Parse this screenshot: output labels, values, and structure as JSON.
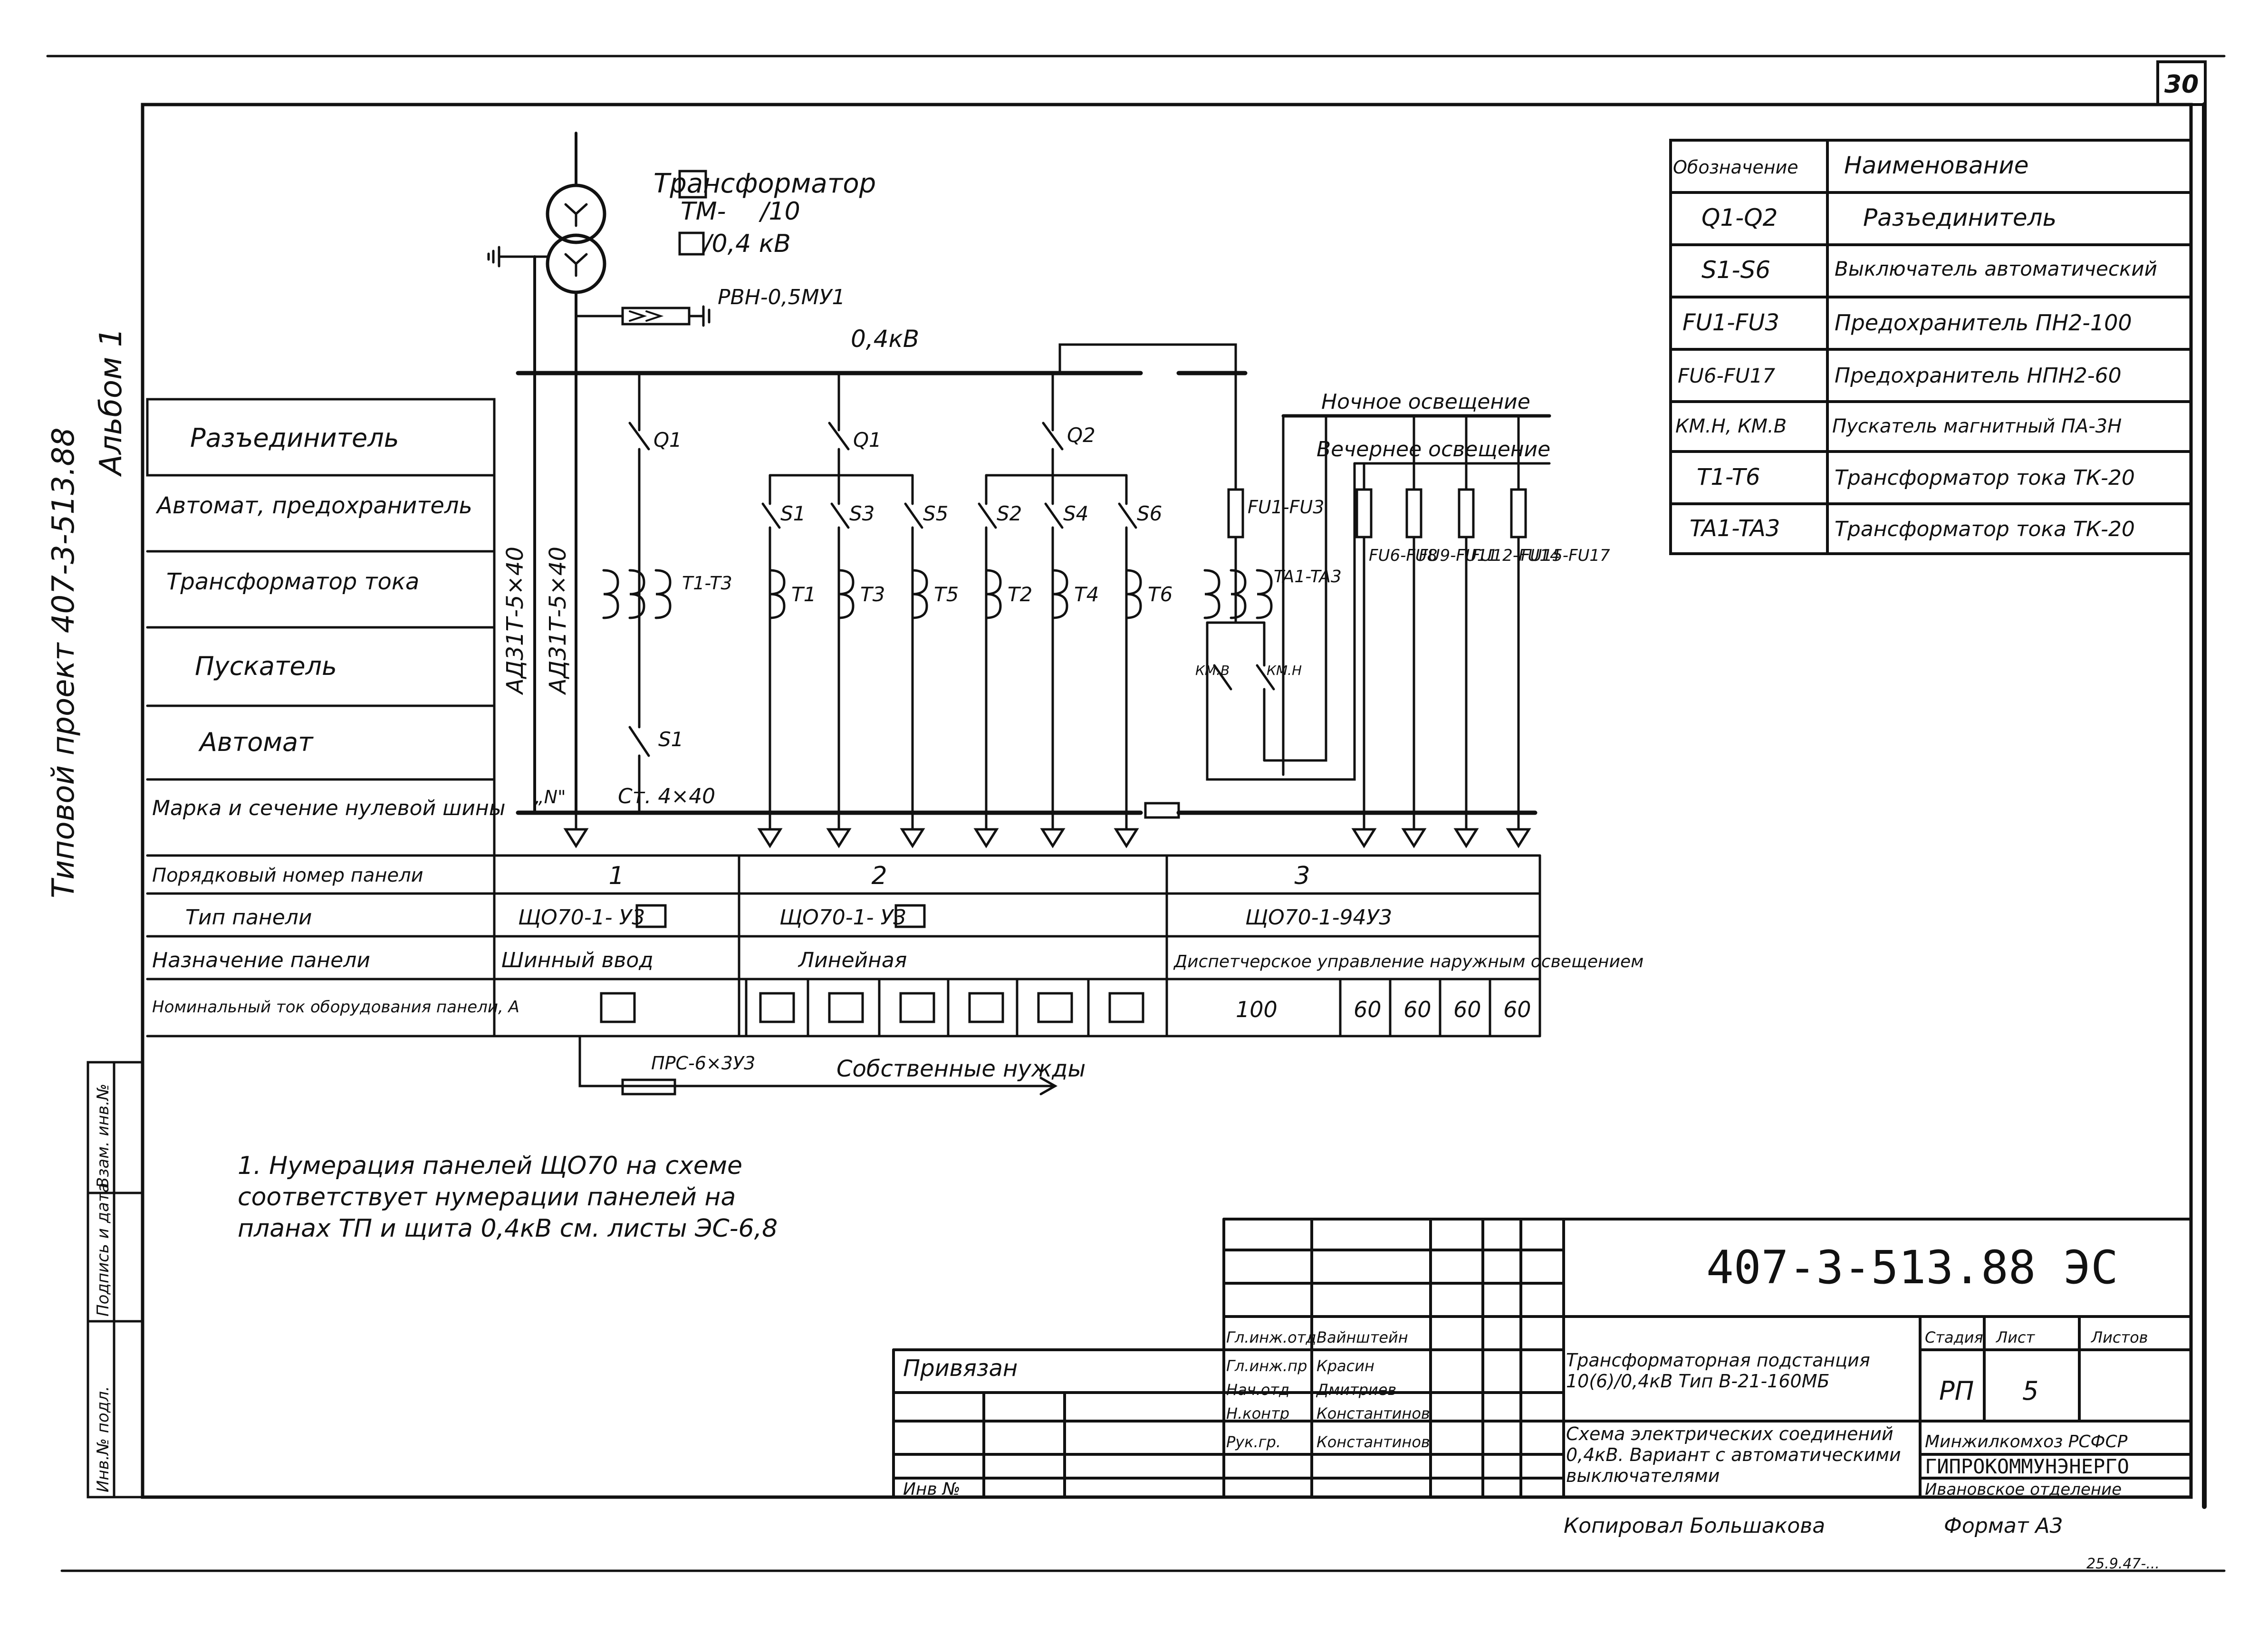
{
  "sheet_number": "30",
  "side_title": {
    "project": "Типовой проект 407-3-513.88",
    "album": "Альбом 1"
  },
  "transformer": {
    "title": "Трансформатор",
    "model": "ТМ-",
    "ratio": "/10",
    "voltage": "/0,4 кВ"
  },
  "arrester": "РВН-0,5МУ1",
  "bus_voltage": "0,4кВ",
  "cables": [
    "АД31Т-5×40",
    "АД31Т-5×40"
  ],
  "ground_bar": "Ст. 4×40",
  "neutral_label": "„N\"",
  "lighting": {
    "night": "Ночное освещение",
    "evening": "Вечернее освещение"
  },
  "devices": {
    "Q1": "Q1",
    "Q1b": "Q1",
    "Q2": "Q2",
    "S1_lower": "S1",
    "S": [
      "S1",
      "S3",
      "S5",
      "S2",
      "S4",
      "S6"
    ],
    "T_left": "T1-T3",
    "T": [
      "T1",
      "T3",
      "T5",
      "T2",
      "T4",
      "T6"
    ],
    "FU_top": "FU1-FU3",
    "TA": "TA1-TA3",
    "FU_groups": [
      "FU6-FU8",
      "FU9-FU11",
      "FU12-FU14",
      "FU15-FU17"
    ],
    "KM": [
      "КМ.В",
      "КМ.Н"
    ]
  },
  "row_labels": [
    "Разъединитель",
    "Автомат, предохранитель",
    "Трансформатор тока",
    "Пускатель",
    "Автомат",
    "Марка и сечение нулевой шины"
  ],
  "table": {
    "headers": [
      "Порядковый номер панели",
      "Тип панели",
      "Назначение панели",
      "Номинальный ток оборудования панели, А"
    ],
    "panels": [
      {
        "number": "1",
        "type": "ЩО70-1-    У3",
        "purpose": "Шинный ввод"
      },
      {
        "number": "2",
        "type": "ЩО70-1-    У3",
        "purpose": "Линейная"
      },
      {
        "number": "3",
        "type": "ЩО70-1-94У3",
        "purpose": "Диспетчерское управление наружным освещением"
      }
    ],
    "currents_panel3": [
      "100",
      "60",
      "60",
      "60",
      "60"
    ]
  },
  "own_needs": {
    "cable": "ПРС-6×3У3",
    "label": "Собственные нужды"
  },
  "note": "1. Нумерация панелей ЩО70 на схеме соответствует нумерации панелей на планах ТП и щита 0,4кВ см. листы ЭС-6,8",
  "legend": {
    "headers": [
      "Обозначение",
      "Наименование"
    ],
    "rows": [
      [
        "Q1-Q2",
        "Разъединитель"
      ],
      [
        "S1-S6",
        "Выключатель автоматический"
      ],
      [
        "FU1-FU3",
        "Предохранитель ПН2-100"
      ],
      [
        "FU6-FU17",
        "Предохранитель НПН2-60"
      ],
      [
        "КМ.Н, КМ.В",
        "Пускатель магнитный ПА-3Н"
      ],
      [
        "T1-T6",
        "Трансформатор тока ТК-20"
      ],
      [
        "TA1-TA3",
        "Трансформатор тока ТК-20"
      ]
    ]
  },
  "stamp": {
    "code": "407-3-513.88 ЭС",
    "attached": "Привязан",
    "inv": "Инв №",
    "roles": [
      "Гл.инж.отд",
      "Гл.инж.пр",
      "Нач.отд",
      "Н.контр",
      "Рук.гр."
    ],
    "names": [
      "Вайнштейн",
      "Красин",
      "Дмитриев",
      "Константинов",
      "Константинов"
    ],
    "title1": "Трансформаторная подстанция 10(6)/0,4кВ Тип В-21-160МБ",
    "title2": "Схема электрических соединений 0,4кВ. Вариант с автоматическими выключателями",
    "stage_h": "Стадия",
    "sheet_h": "Лист",
    "sheets_h": "Листов",
    "stage": "РП",
    "sheet": "5",
    "org1": "Минжилкомхоз РСФСР",
    "org2": "ГИПРОКОММУНЭНЕРГО",
    "org3": "Ивановское отделение",
    "copied": "Копировал Большакова",
    "format": "Формат А3",
    "side_stamps": [
      "Инв.№ подл.",
      "Подпись и дата",
      "Взам. инв.№"
    ],
    "bottom_code": "25.9.47-..."
  }
}
